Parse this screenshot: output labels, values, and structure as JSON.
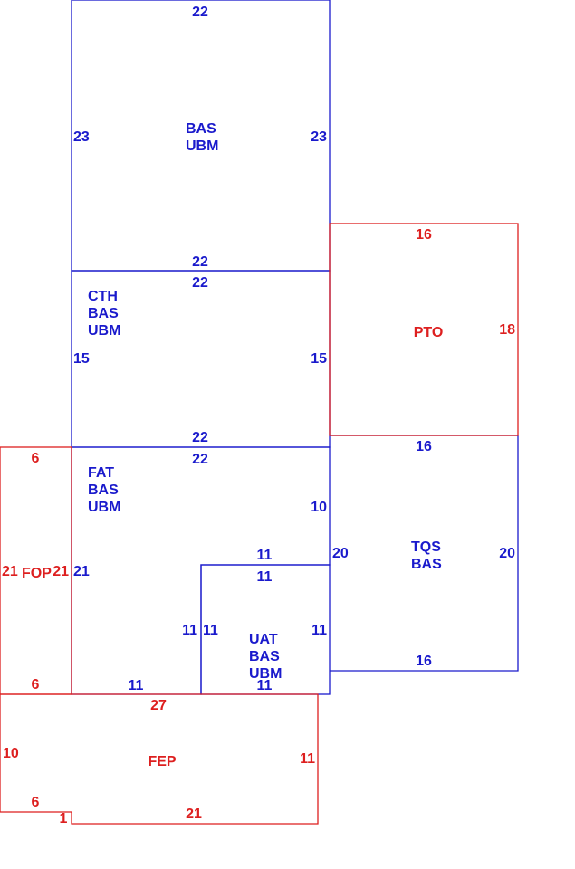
{
  "colors": {
    "blue": "#1a1acc",
    "red": "#dd1f1f"
  },
  "sections": {
    "bas_ubm_top": {
      "label": [
        "BAS",
        "UBM"
      ],
      "dims": {
        "top": "22",
        "left": "23",
        "right": "23",
        "bottom": "22"
      }
    },
    "cth": {
      "label": [
        "CTH",
        "BAS",
        "UBM"
      ],
      "dims": {
        "top": "22",
        "left": "15",
        "right": "15",
        "bottom": "22"
      }
    },
    "fat": {
      "label": [
        "FAT",
        "BAS",
        "UBM"
      ],
      "dims": {
        "top": "22",
        "left": "21",
        "right": "10",
        "step_top": "11",
        "step_left": "11",
        "bottom": "11"
      }
    },
    "uat": {
      "label": [
        "UAT",
        "BAS",
        "UBM"
      ],
      "dims": {
        "top": "11",
        "left": "11",
        "right": "11",
        "bottom": "11"
      }
    },
    "pto": {
      "label": [
        "PTO"
      ],
      "dims": {
        "top": "16",
        "right": "18"
      }
    },
    "tqs": {
      "label": [
        "TQS",
        "BAS"
      ],
      "dims": {
        "top": "16",
        "left": "20",
        "right": "20",
        "bottom": "16"
      }
    },
    "fop": {
      "label": [
        "FOP"
      ],
      "dims": {
        "top": "6",
        "left": "21",
        "right": "21",
        "bottom": "6"
      }
    },
    "fep": {
      "label": [
        "FEP"
      ],
      "dims": {
        "top": "27",
        "left": "10",
        "right": "11",
        "bottom": "21",
        "notch_h": "6",
        "notch_v": "1"
      }
    }
  }
}
